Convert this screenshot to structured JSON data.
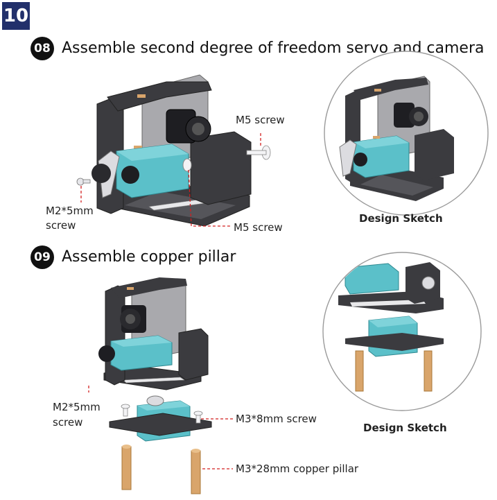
{
  "page_number": "10",
  "steps": [
    {
      "number": "08",
      "title": "Assemble second degree of freedom servo and camera",
      "callouts": [
        "M5 screw",
        "M2*5mm",
        "screw",
        "M5 screw"
      ],
      "sketch_label": "Design Sketch"
    },
    {
      "number": "09",
      "title": "Assemble copper pillar",
      "callouts": [
        "M2*5mm",
        "screw",
        "M3*8mm screw",
        "M3*28mm copper pillar"
      ],
      "sketch_label": "Design Sketch"
    }
  ],
  "colors": {
    "badge": "#22306b",
    "plate": "#3b3b3f",
    "servo": "#5bc0c9",
    "camera_plate": "#a9a9ad",
    "pillar": "#d9a56b",
    "leader": "#d21f1f",
    "circle": "#9a9a9a"
  }
}
